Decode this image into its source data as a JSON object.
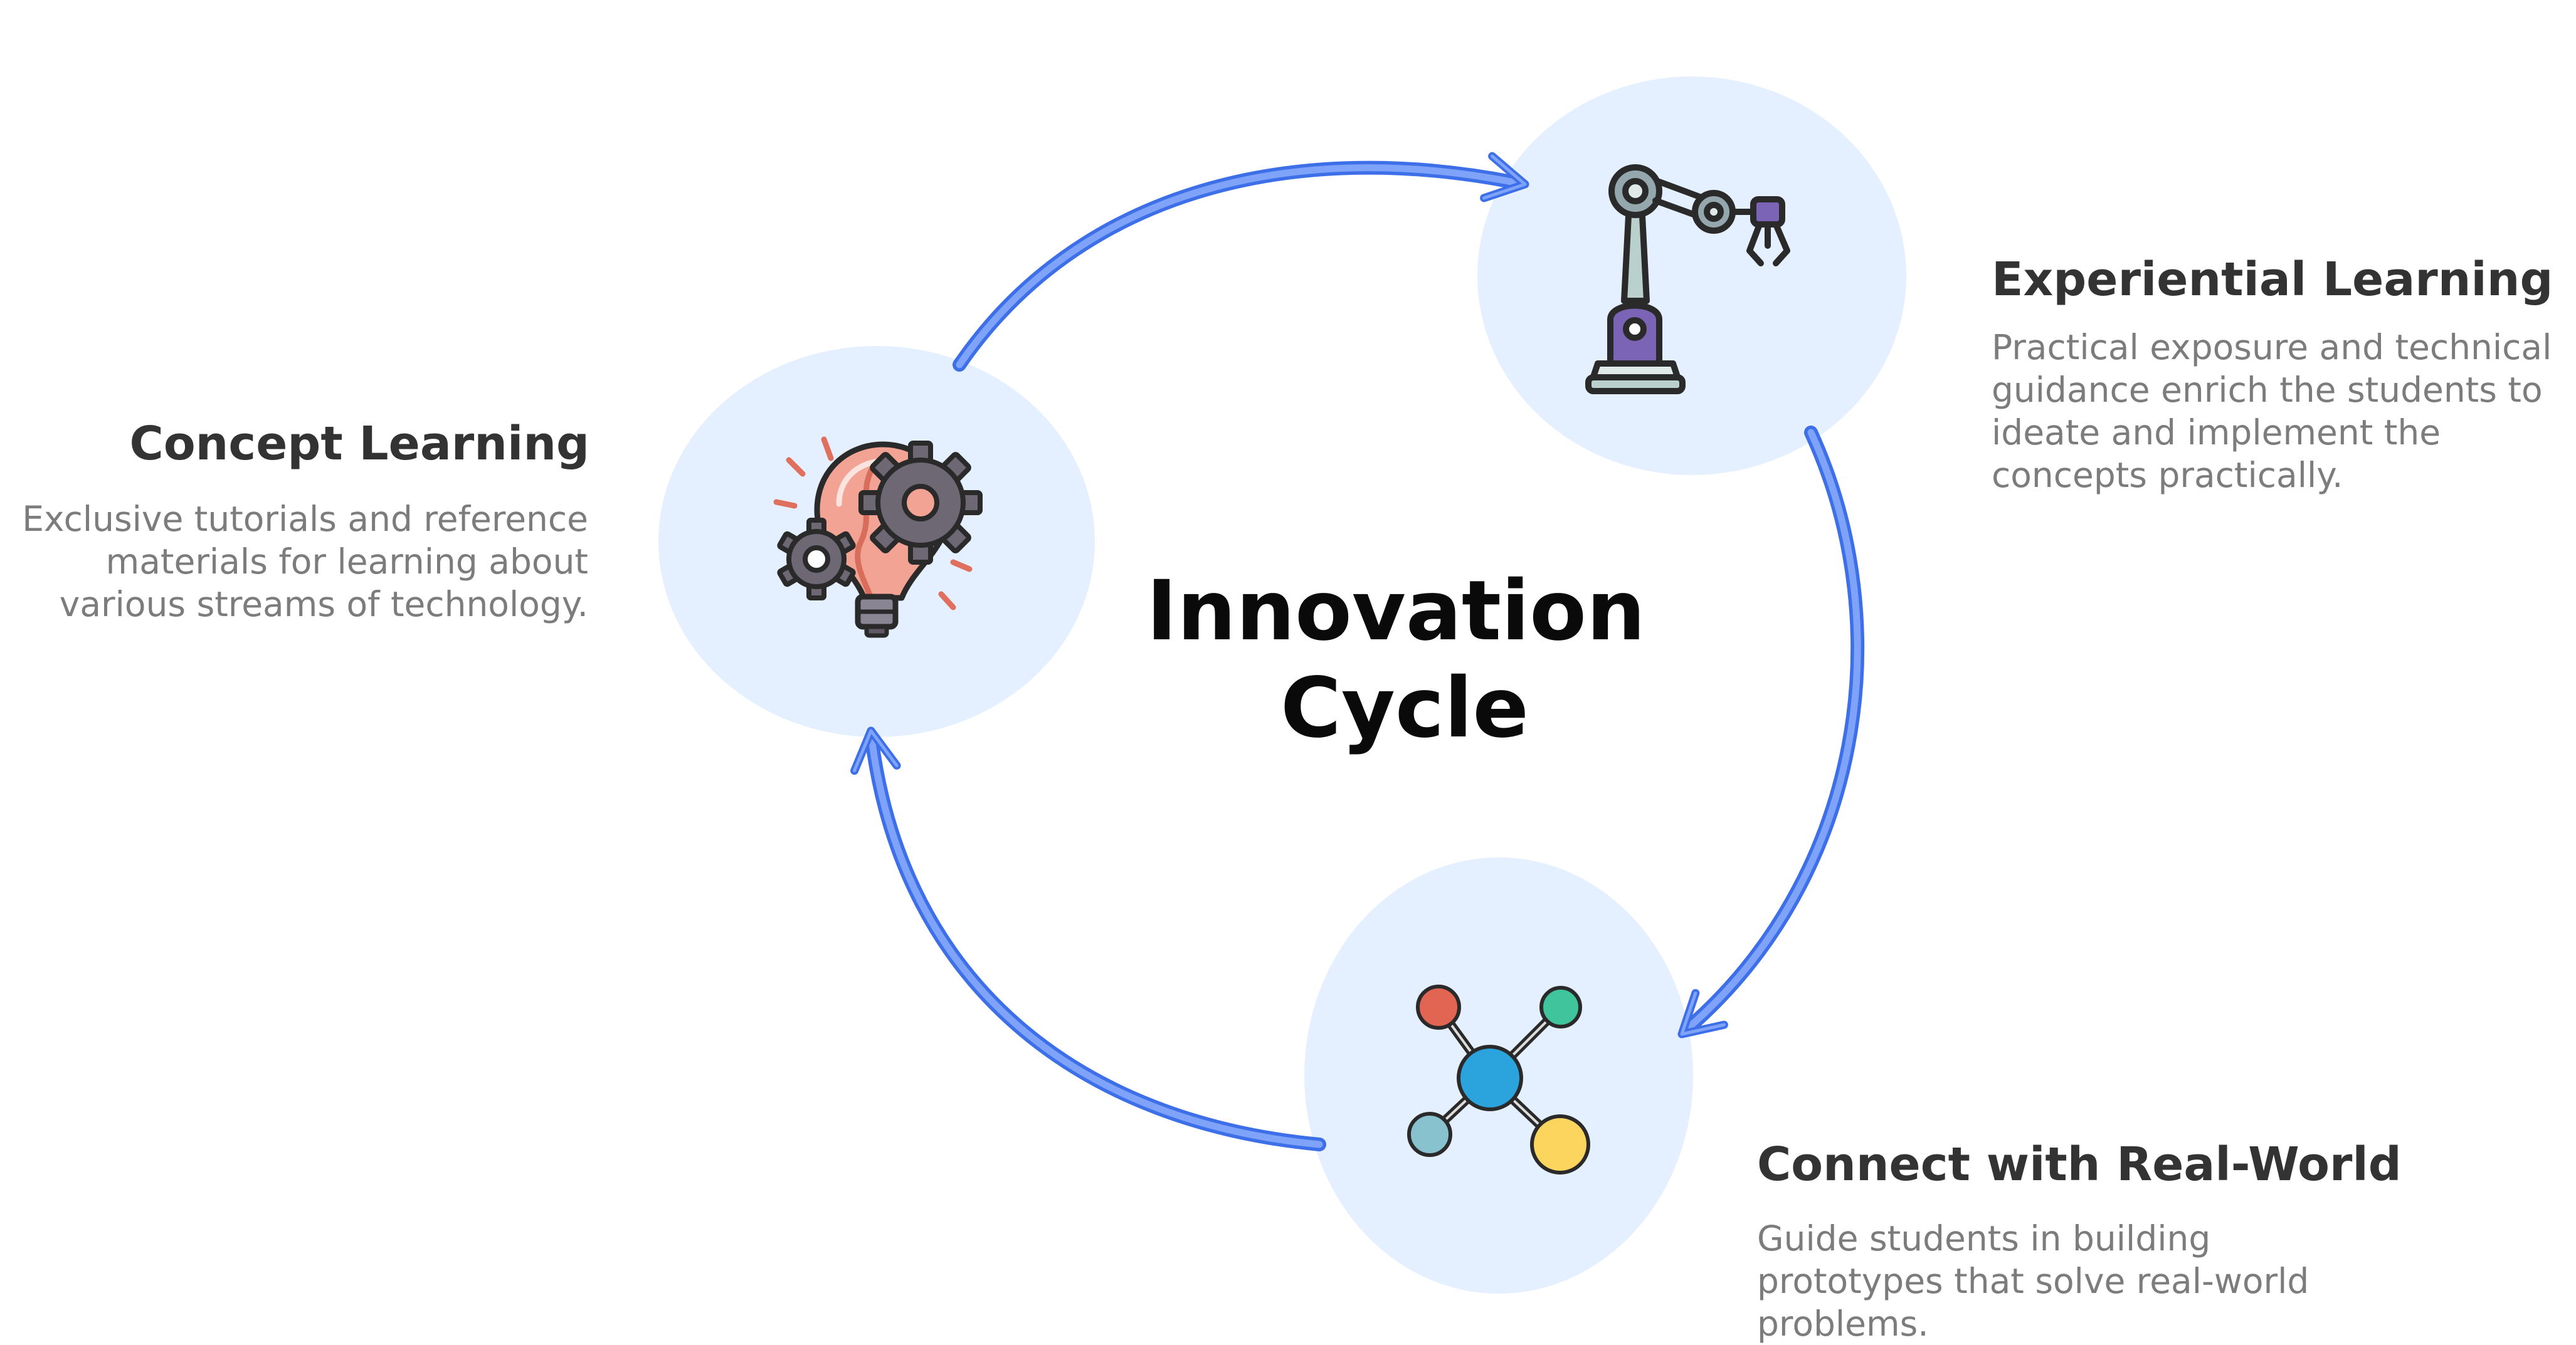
{
  "title": {
    "line1": "Innovation",
    "line2": "Cycle"
  },
  "colors": {
    "arrow": "#4f7ff0",
    "arrow_outline": "#3566e0",
    "circle_fill": "#e4efff",
    "heading": "#333333",
    "description": "#7c7c7c"
  },
  "stages": {
    "concept": {
      "icon": "lightbulb-gears-icon",
      "heading": "Concept Learning",
      "description": [
        "Exclusive tutorials and reference",
        "materials for learning about",
        "various streams of technology."
      ]
    },
    "experiential": {
      "icon": "robotic-arm-icon",
      "heading": "Experiential Learning",
      "description": [
        "Practical exposure and technical",
        "guidance enrich the students to",
        "ideate and implement the",
        "concepts practically."
      ]
    },
    "realworld": {
      "icon": "network-nodes-icon",
      "heading": "Connect with Real-World",
      "description": [
        "Guide students in building",
        "prototypes that solve real-world",
        "problems."
      ]
    }
  }
}
